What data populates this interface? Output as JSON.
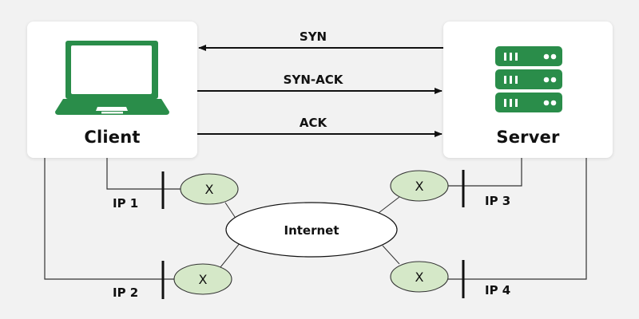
{
  "colors": {
    "background": "#f2f2f2",
    "card": "#ffffff",
    "icon_green": "#2a8d4a",
    "node_fill": "#d5e8c8",
    "internet_fill": "#ffffff",
    "line": "#111111"
  },
  "client": {
    "label": "Client",
    "icon": "laptop-icon"
  },
  "server": {
    "label": "Server",
    "icon": "server-rack-icon"
  },
  "handshake": [
    {
      "label": "SYN",
      "direction": "server-to-client"
    },
    {
      "label": "SYN-ACK",
      "direction": "client-to-server"
    },
    {
      "label": "ACK",
      "direction": "client-to-server"
    }
  ],
  "network": {
    "internet_label": "Internet",
    "nodes": [
      {
        "id": "node-ip1",
        "label": "X",
        "ip_label": "IP 1"
      },
      {
        "id": "node-ip2",
        "label": "X",
        "ip_label": "IP 2"
      },
      {
        "id": "node-ip3",
        "label": "X",
        "ip_label": "IP 3"
      },
      {
        "id": "node-ip4",
        "label": "X",
        "ip_label": "IP 4"
      }
    ]
  }
}
